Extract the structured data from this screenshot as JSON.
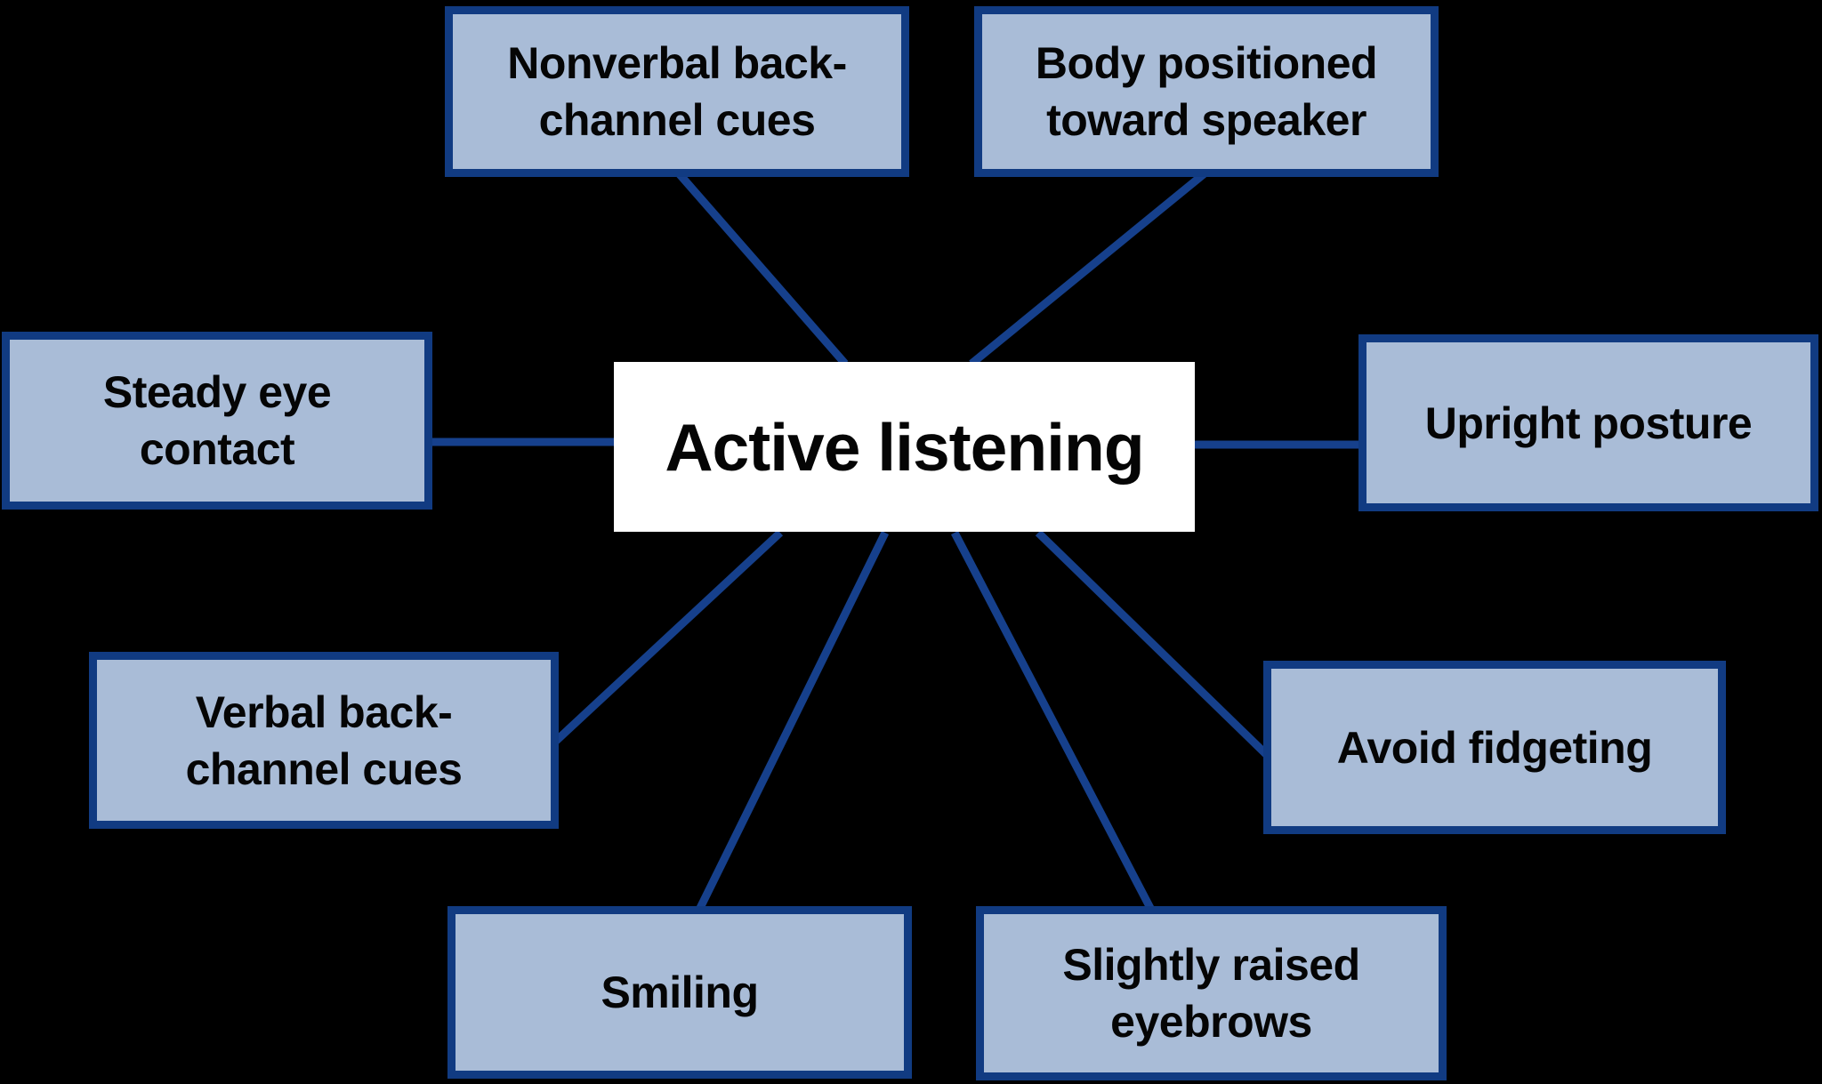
{
  "diagram": {
    "type": "mind-map",
    "background_color": "#000000",
    "node_fill_color": "#a9bcd7",
    "node_border_color": "#113b82",
    "connector_color": "#16408c",
    "center_fill_color": "#ffffff",
    "text_color": "#050505",
    "center": {
      "label": "Active listening"
    },
    "nodes": [
      {
        "id": "nonverbal-back-channel-cues",
        "label": "Nonverbal back-\nchannel cues"
      },
      {
        "id": "body-positioned-toward-speaker",
        "label": "Body positioned\ntoward speaker"
      },
      {
        "id": "steady-eye-contact",
        "label": "Steady eye\ncontact"
      },
      {
        "id": "upright-posture",
        "label": "Upright posture"
      },
      {
        "id": "verbal-back-channel-cues",
        "label": "Verbal back-\nchannel cues"
      },
      {
        "id": "avoid-fidgeting",
        "label": "Avoid fidgeting"
      },
      {
        "id": "smiling",
        "label": "Smiling"
      },
      {
        "id": "slightly-raised-eyebrows",
        "label": "Slightly raised\neyebrows"
      }
    ]
  }
}
